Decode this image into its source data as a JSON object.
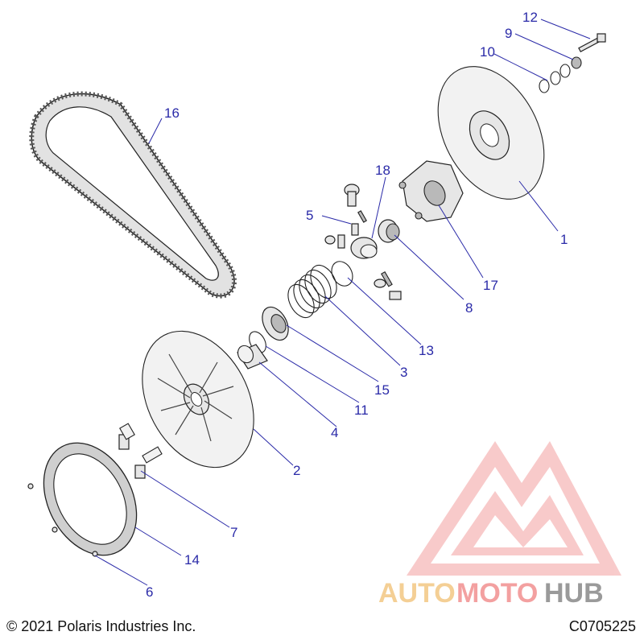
{
  "copyright": "© 2021 Polaris Industries Inc.",
  "diagram_code": "C0705225",
  "watermark": {
    "part1": "AUTO",
    "part2": "MOTO",
    "part3": "HUB",
    "color_auto": "#f2c58a",
    "color_moto": "#f08a8a",
    "color_hub": "#9a9a9a"
  },
  "callouts": {
    "c1": "1",
    "c2": "2",
    "c3": "3",
    "c4": "4",
    "c5": "5",
    "c6": "6",
    "c7": "7",
    "c8": "8",
    "c9": "9",
    "c10": "10",
    "c11": "11",
    "c12": "12",
    "c13": "13",
    "c14": "14",
    "c15": "15",
    "c16": "16",
    "c17": "17",
    "c18": "18"
  }
}
